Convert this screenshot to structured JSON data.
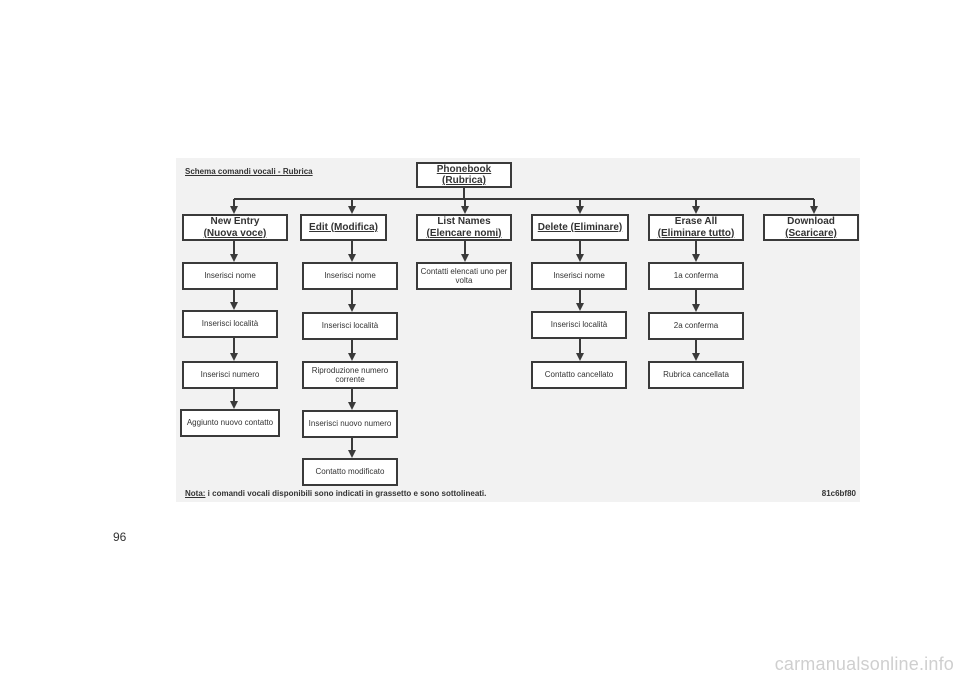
{
  "diagram": {
    "title": "Schema comandi vocali - Rubrica",
    "root": "Phonebook (Rubrica)",
    "columns": [
      {
        "header": [
          "New Entry",
          "(Nuova voce)"
        ],
        "steps": [
          "Inserisci nome",
          "Inserisci località",
          "Inserisci numero",
          "Aggiunto nuovo contatto"
        ]
      },
      {
        "header": [
          "Edit (Modifica)"
        ],
        "steps": [
          "Inserisci nome",
          "Inserisci località",
          "Riproduzione numero corrente",
          "Inserisci nuovo numero",
          "Contatto modificato"
        ]
      },
      {
        "header": [
          "List Names",
          "(Elencare nomi)"
        ],
        "steps": [
          "Contatti elencati uno per volta"
        ]
      },
      {
        "header": [
          "Delete (Eliminare)"
        ],
        "steps": [
          "Inserisci nome",
          "Inserisci località",
          "Contatto cancellato"
        ]
      },
      {
        "header": [
          "Erase All",
          "(Eliminare tutto)"
        ],
        "steps": [
          "1a conferma",
          "2a conferma",
          "Rubrica cancellata"
        ]
      },
      {
        "header": [
          "Download",
          "(Scaricare)"
        ],
        "steps": []
      }
    ],
    "note_label": "Nota:",
    "note_text": " i comandi vocali disponibili sono indicati in grassetto e sono sottolineati.",
    "code": "81c6bf80"
  },
  "page_number": "96",
  "footer": "carmanualsonline.info",
  "colors": {
    "line": "#3a3a3a",
    "panel": "#f2f2f2",
    "footer": "#cfcfcf"
  }
}
